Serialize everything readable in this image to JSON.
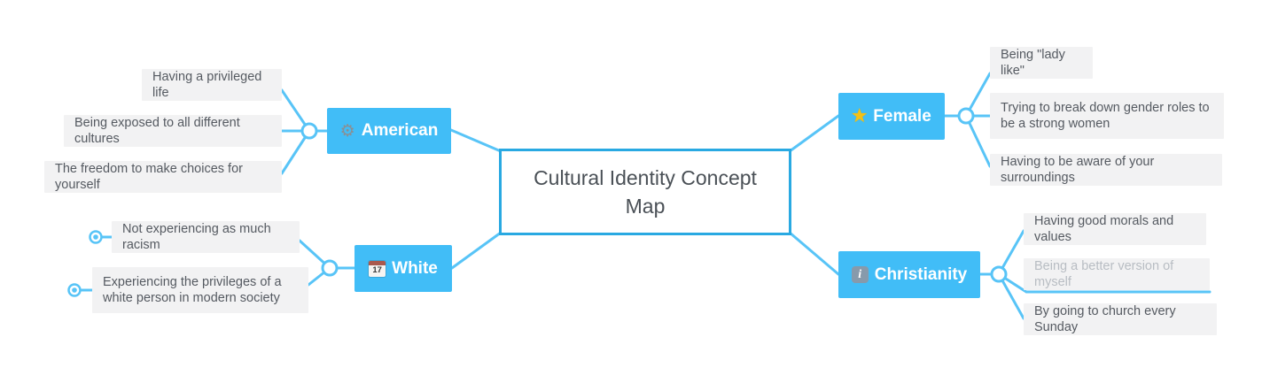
{
  "center": {
    "title": "Cultural Identity Concept Map"
  },
  "branches": {
    "american": {
      "label": "American",
      "icon": "gear-icon",
      "children": [
        "Having a privileged life",
        "Being exposed to all different cultures",
        "The freedom to make choices for yourself"
      ]
    },
    "female": {
      "label": "Female",
      "icon": "star-icon",
      "children": [
        "Being \"lady like\"",
        "Trying to break down gender roles to be a strong women",
        "Having to be aware of your surroundings"
      ]
    },
    "white": {
      "label": "White",
      "icon": "calendar-icon",
      "children": [
        "Not experiencing as much racism",
        "Experiencing the privileges of a white person in modern society"
      ]
    },
    "christianity": {
      "label": "Christianity",
      "icon": "info-icon",
      "children": [
        "Having good morals and values",
        "Being a better version of myself",
        "By going to church every Sunday"
      ]
    }
  },
  "glyphs": {
    "gear": "⚙",
    "star": "★",
    "calendar_day": "17",
    "info_letter": "i"
  },
  "colors": {
    "topic_bg": "#41bdf7",
    "connector_line": "#58c4f7",
    "center_border": "#29a9e2",
    "leaf_bg": "#f2f2f3",
    "leaf_text": "#555a61",
    "faded_leaf_text": "#b8bdc3"
  }
}
